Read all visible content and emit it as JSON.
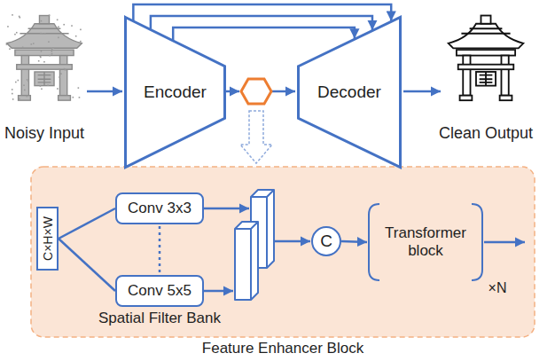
{
  "diagram": {
    "nodes": [
      {
        "text": [
          "Encoder"
        ]
      },
      {
        "text": [
          "Decoder"
        ]
      },
      {
        "text": [
          "Feature Enhancer Block"
        ]
      },
      {
        "text": [
          "C×H×W"
        ],
        "in": 2
      },
      {
        "text": [
          "Conv 3x3"
        ],
        "in": 2
      },
      {
        "text": [
          "Conv 5x5"
        ],
        "in": 2
      },
      {
        "text": [
          "C"
        ],
        "in": 2
      },
      {
        "text": [
          "Transformer block"
        ],
        "in": 2
      }
    ],
    "edges": [
      {
        "from": 0,
        "to": 1,
        "arrow": "to"
      },
      {
        "from": 0,
        "to": 1,
        "arrow": "to"
      },
      {
        "from": 0,
        "to": 1,
        "arrow": "to"
      },
      {
        "from": 3,
        "to": 4,
        "arrow": "none"
      },
      {
        "from": 3,
        "to": 5,
        "arrow": "none"
      },
      {
        "from": 4,
        "to": 5,
        "arrow": "none"
      },
      {
        "from": 6,
        "to": 7,
        "arrow": "to"
      }
    ],
    "labels": [
      "Noisy Input",
      "Clean Output",
      "Spatial Filter Bank",
      "×N"
    ]
  }
}
